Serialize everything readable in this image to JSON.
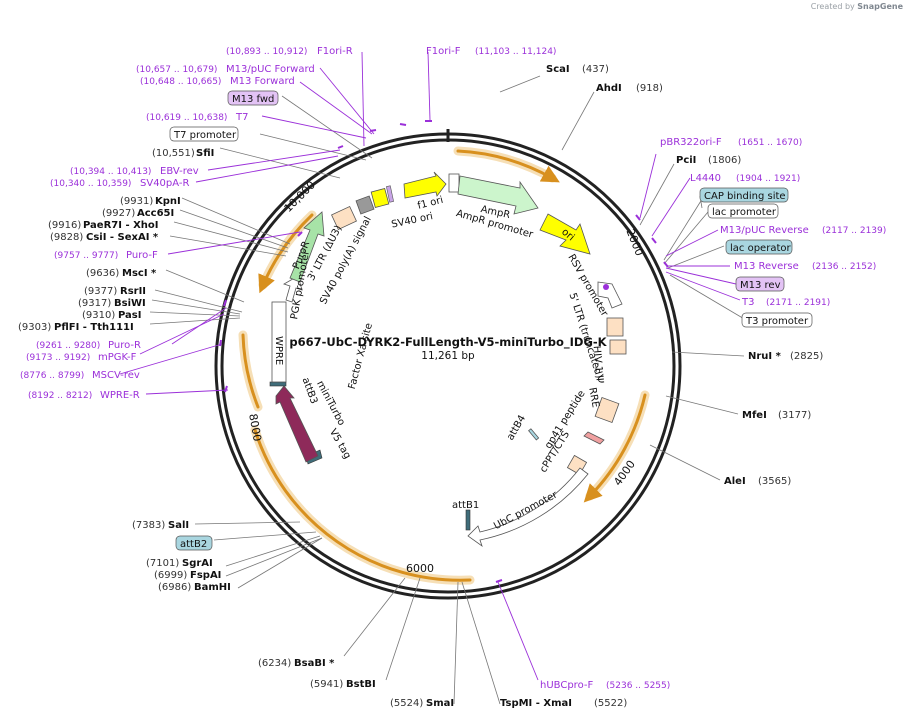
{
  "header": {
    "credit_prefix": "Created by",
    "credit_brand": "SnapGene"
  },
  "plasmid": {
    "name": "p667-UbC-DYRK2-FullLength-V5-miniTurbo_IDG-K",
    "length": 11261,
    "length_label": "11,261 bp",
    "ruler_labels": [
      "2000",
      "4000",
      "6000",
      "8000",
      "10,000"
    ]
  },
  "sites_right": [
    {
      "name": "ScaI",
      "pos": "(437)",
      "star": false
    },
    {
      "name": "AhdI",
      "pos": "(918)",
      "star": false
    },
    {
      "name": "PciI",
      "pos": "(1806)",
      "star": false
    },
    {
      "name": "NruI",
      "pos": "(2825)",
      "star": true
    },
    {
      "name": "MfeI",
      "pos": "(3177)",
      "star": false
    },
    {
      "name": "AleI",
      "pos": "(3565)",
      "star": false
    }
  ],
  "sites_bottom": [
    {
      "name": "BsaBI",
      "pos": "(6234)",
      "star": true
    },
    {
      "name": "BstBI",
      "pos": "(5941)",
      "star": false
    },
    {
      "name": "SmaI",
      "pos": "(5524)",
      "star": false
    },
    {
      "name": "TspMI - XmaI",
      "pos": "(5522)",
      "star": false
    }
  ],
  "sites_left": [
    {
      "name": "SfiI",
      "pos": "(10,551)",
      "star": false
    },
    {
      "name": "KpnI",
      "pos": "(9931)",
      "star": false
    },
    {
      "name": "Acc65I",
      "pos": "(9927)",
      "star": false
    },
    {
      "name": "PaeR7I - XhoI",
      "pos": "(9916)",
      "star": false
    },
    {
      "name": "CsiI - SexAI",
      "pos": "(9828)",
      "star": true
    },
    {
      "name": "MscI",
      "pos": "(9636)",
      "star": true
    },
    {
      "name": "RsrII",
      "pos": "(9377)",
      "star": false
    },
    {
      "name": "BsiWI",
      "pos": "(9317)",
      "star": false
    },
    {
      "name": "PasI",
      "pos": "(9310)",
      "star": false
    },
    {
      "name": "PflFI - Tth111I",
      "pos": "(9303)",
      "star": false
    },
    {
      "name": "SalI",
      "pos": "(7383)",
      "star": false
    },
    {
      "name": "SgrAI",
      "pos": "(7101)",
      "star": false
    },
    {
      "name": "FspAI",
      "pos": "(6999)",
      "star": false
    },
    {
      "name": "BamHI",
      "pos": "(6986)",
      "star": false
    }
  ],
  "primers": [
    {
      "name": "F1ori-R",
      "range": "(10,893 .. 10,912)"
    },
    {
      "name": "F1ori-F",
      "range": "(11,103 .. 11,124)"
    },
    {
      "name": "M13/pUC Forward",
      "range": "(10,657 .. 10,679)"
    },
    {
      "name": "M13 Forward",
      "range": "(10,648 .. 10,665)"
    },
    {
      "name": "T7",
      "range": "(10,619 .. 10,638)"
    },
    {
      "name": "EBV-rev",
      "range": "(10,394 .. 10,413)"
    },
    {
      "name": "SV40pA-R",
      "range": "(10,340 .. 10,359)"
    },
    {
      "name": "Puro-F",
      "range": "(9757 .. 9777)"
    },
    {
      "name": "Puro-R",
      "range": "(9261 .. 9280)"
    },
    {
      "name": "mPGK-F",
      "range": "(9173 .. 9192)"
    },
    {
      "name": "MSCV-rev",
      "range": "(8776 .. 8799)"
    },
    {
      "name": "WPRE-R",
      "range": "(8192 .. 8212)"
    },
    {
      "name": "pBR322ori-F",
      "range": "(1651 .. 1670)"
    },
    {
      "name": "L4440",
      "range": "(1904 .. 1921)"
    },
    {
      "name": "M13/pUC Reverse",
      "range": "(2117 .. 2139)"
    },
    {
      "name": "M13 Reverse",
      "range": "(2136 .. 2152)"
    },
    {
      "name": "T3",
      "range": "(2171 .. 2191)"
    },
    {
      "name": "hUBCpro-F",
      "range": "(5236 .. 5255)"
    }
  ],
  "boxed_labels": [
    {
      "name": "M13 fwd",
      "style": "primer"
    },
    {
      "name": "T7 promoter",
      "style": "plain"
    },
    {
      "name": "CAP binding site",
      "style": "blue"
    },
    {
      "name": "lac promoter",
      "style": "plain"
    },
    {
      "name": "lac operator",
      "style": "blue"
    },
    {
      "name": "M13 rev",
      "style": "primer"
    },
    {
      "name": "T3 promoter",
      "style": "plain"
    },
    {
      "name": "attB2",
      "style": "blue"
    }
  ],
  "features": [
    "f1 ori",
    "AmpR",
    "AmpR promoter",
    "SV40 ori",
    "ori",
    "RSV promoter",
    "5' LTR (truncated)",
    "HIV-1 Ψ",
    "RRE",
    "gp41 peptide",
    "cPPT/CTS",
    "attB4",
    "UbC promoter",
    "attB1",
    "V5 tag",
    "miniTurbo",
    "attB3",
    "WPRE",
    "PGK promoter",
    "PuroR",
    "SV40 poly(A) signal",
    "3' LTR (ΔU3)",
    "Factor Xa site"
  ],
  "colors": {
    "backbone": "#222222",
    "primer": "#9b30d9",
    "primer_box": "#e3c3f5",
    "blue_box": "#a9d6e0",
    "ori": "#ffff00",
    "ampr": "#ccf5cc",
    "puror": "#a7e3a7",
    "miniturbo": "#8e2a5a",
    "orange_ring": "#d8901e",
    "ltr": "#fde0c3"
  }
}
